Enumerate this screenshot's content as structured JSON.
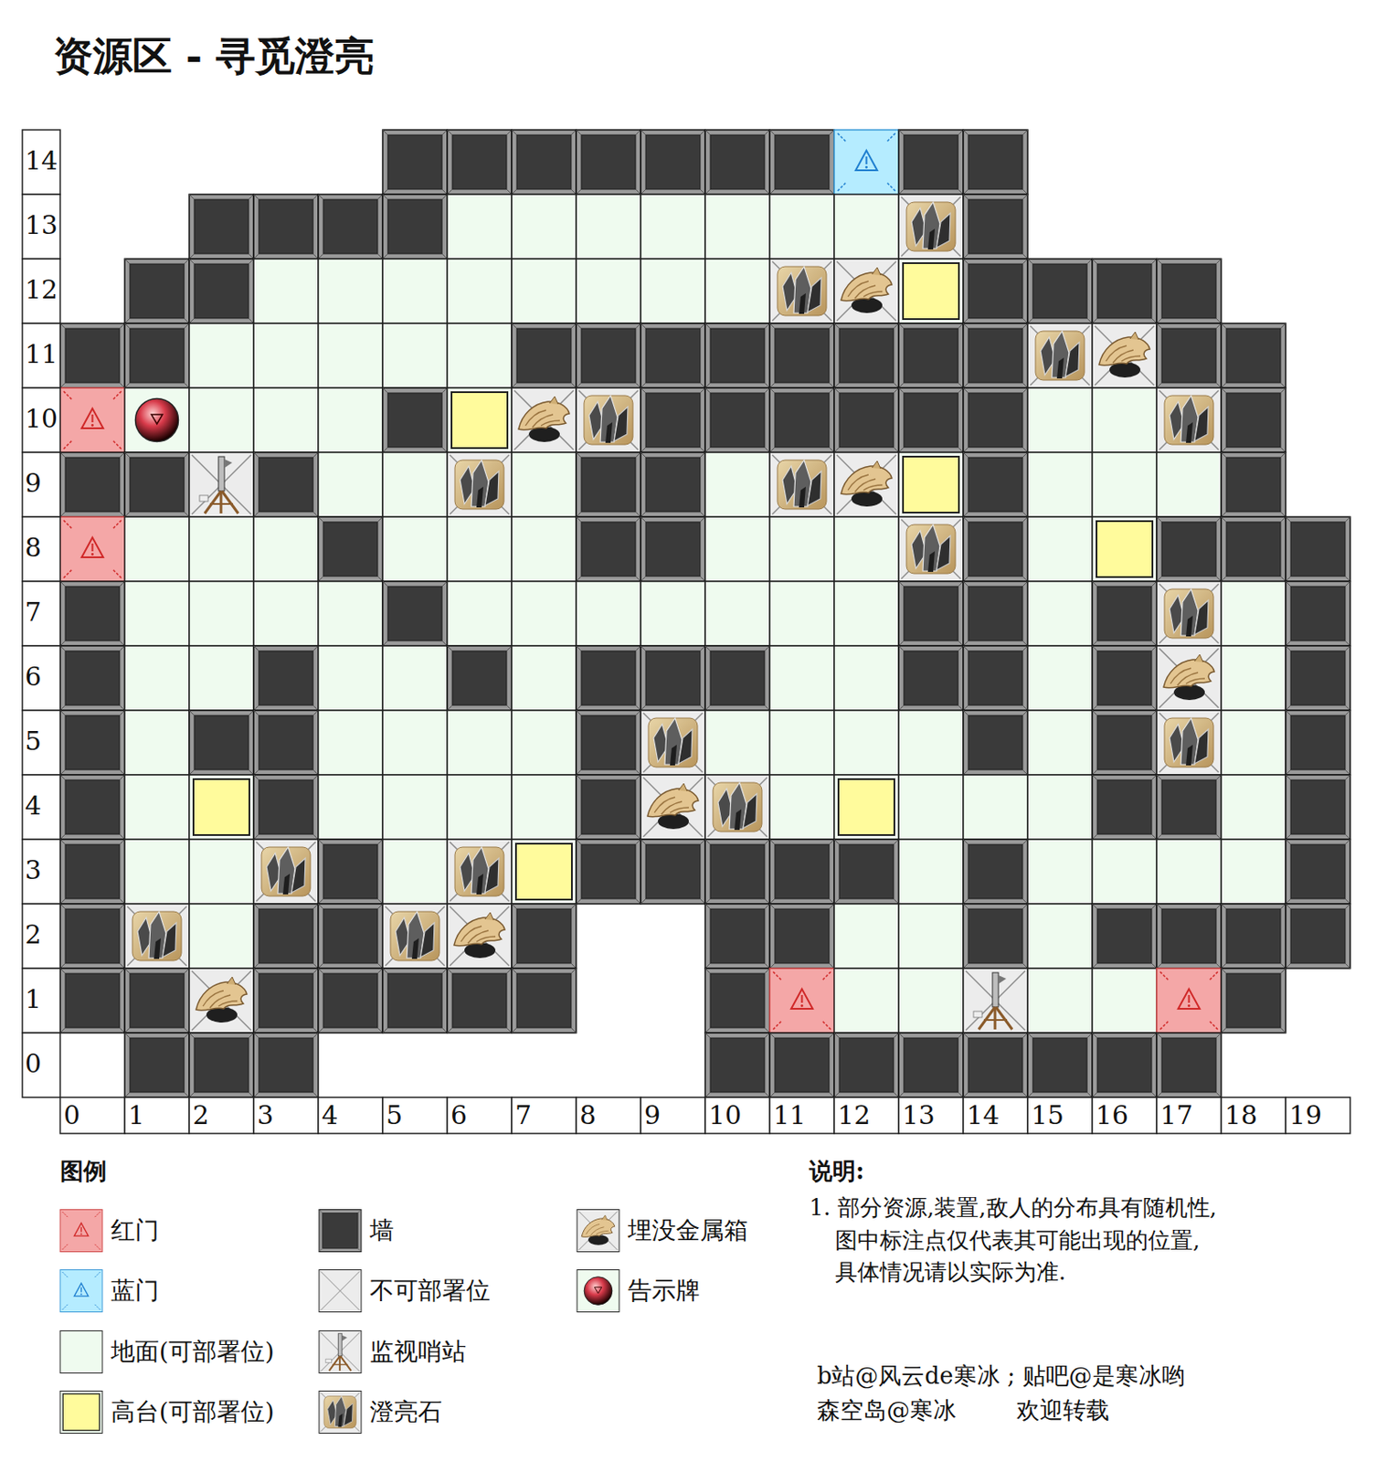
{
  "diagram": {
    "title": "资源区 - 寻觅澄亮",
    "labels": [
      "14",
      "13",
      "12",
      "11",
      "10",
      "9",
      "8",
      "7",
      "6",
      "5",
      "4",
      "3",
      "2",
      "1",
      "0",
      "0",
      "1",
      "2",
      "3",
      "4",
      "5",
      "6",
      "7",
      "8",
      "9",
      "10",
      "11",
      "12",
      "13",
      "14",
      "15",
      "16",
      "17",
      "18",
      "19",
      "图例",
      "说明:",
      "1. 部分资源,装置,敌人的分布具有随机性, 图中标注点仅代表其可能出现的位置, 具体情况请以实际为准.",
      "b站@风云de寒冰 ; 贴吧@是寒冰哟",
      "森空岛@寒冰",
      "欢迎转载"
    ],
    "legend": [
      {
        "text": "红门",
        "color": "#f4a7a7"
      },
      {
        "text": "蓝门",
        "color": "#b5ecff"
      },
      {
        "text": "地面(可部署位)",
        "color": "#effbef"
      },
      {
        "text": "高台(可部署位)",
        "color": "#fffb9c"
      },
      {
        "text": "墙",
        "color": "#3a3a3a"
      },
      {
        "text": "不可部署位"
      },
      {
        "text": "监视哨站"
      },
      {
        "text": "澄亮石"
      },
      {
        "text": "埋没金属箱"
      },
      {
        "text": "告示牌"
      }
    ]
  }
}
